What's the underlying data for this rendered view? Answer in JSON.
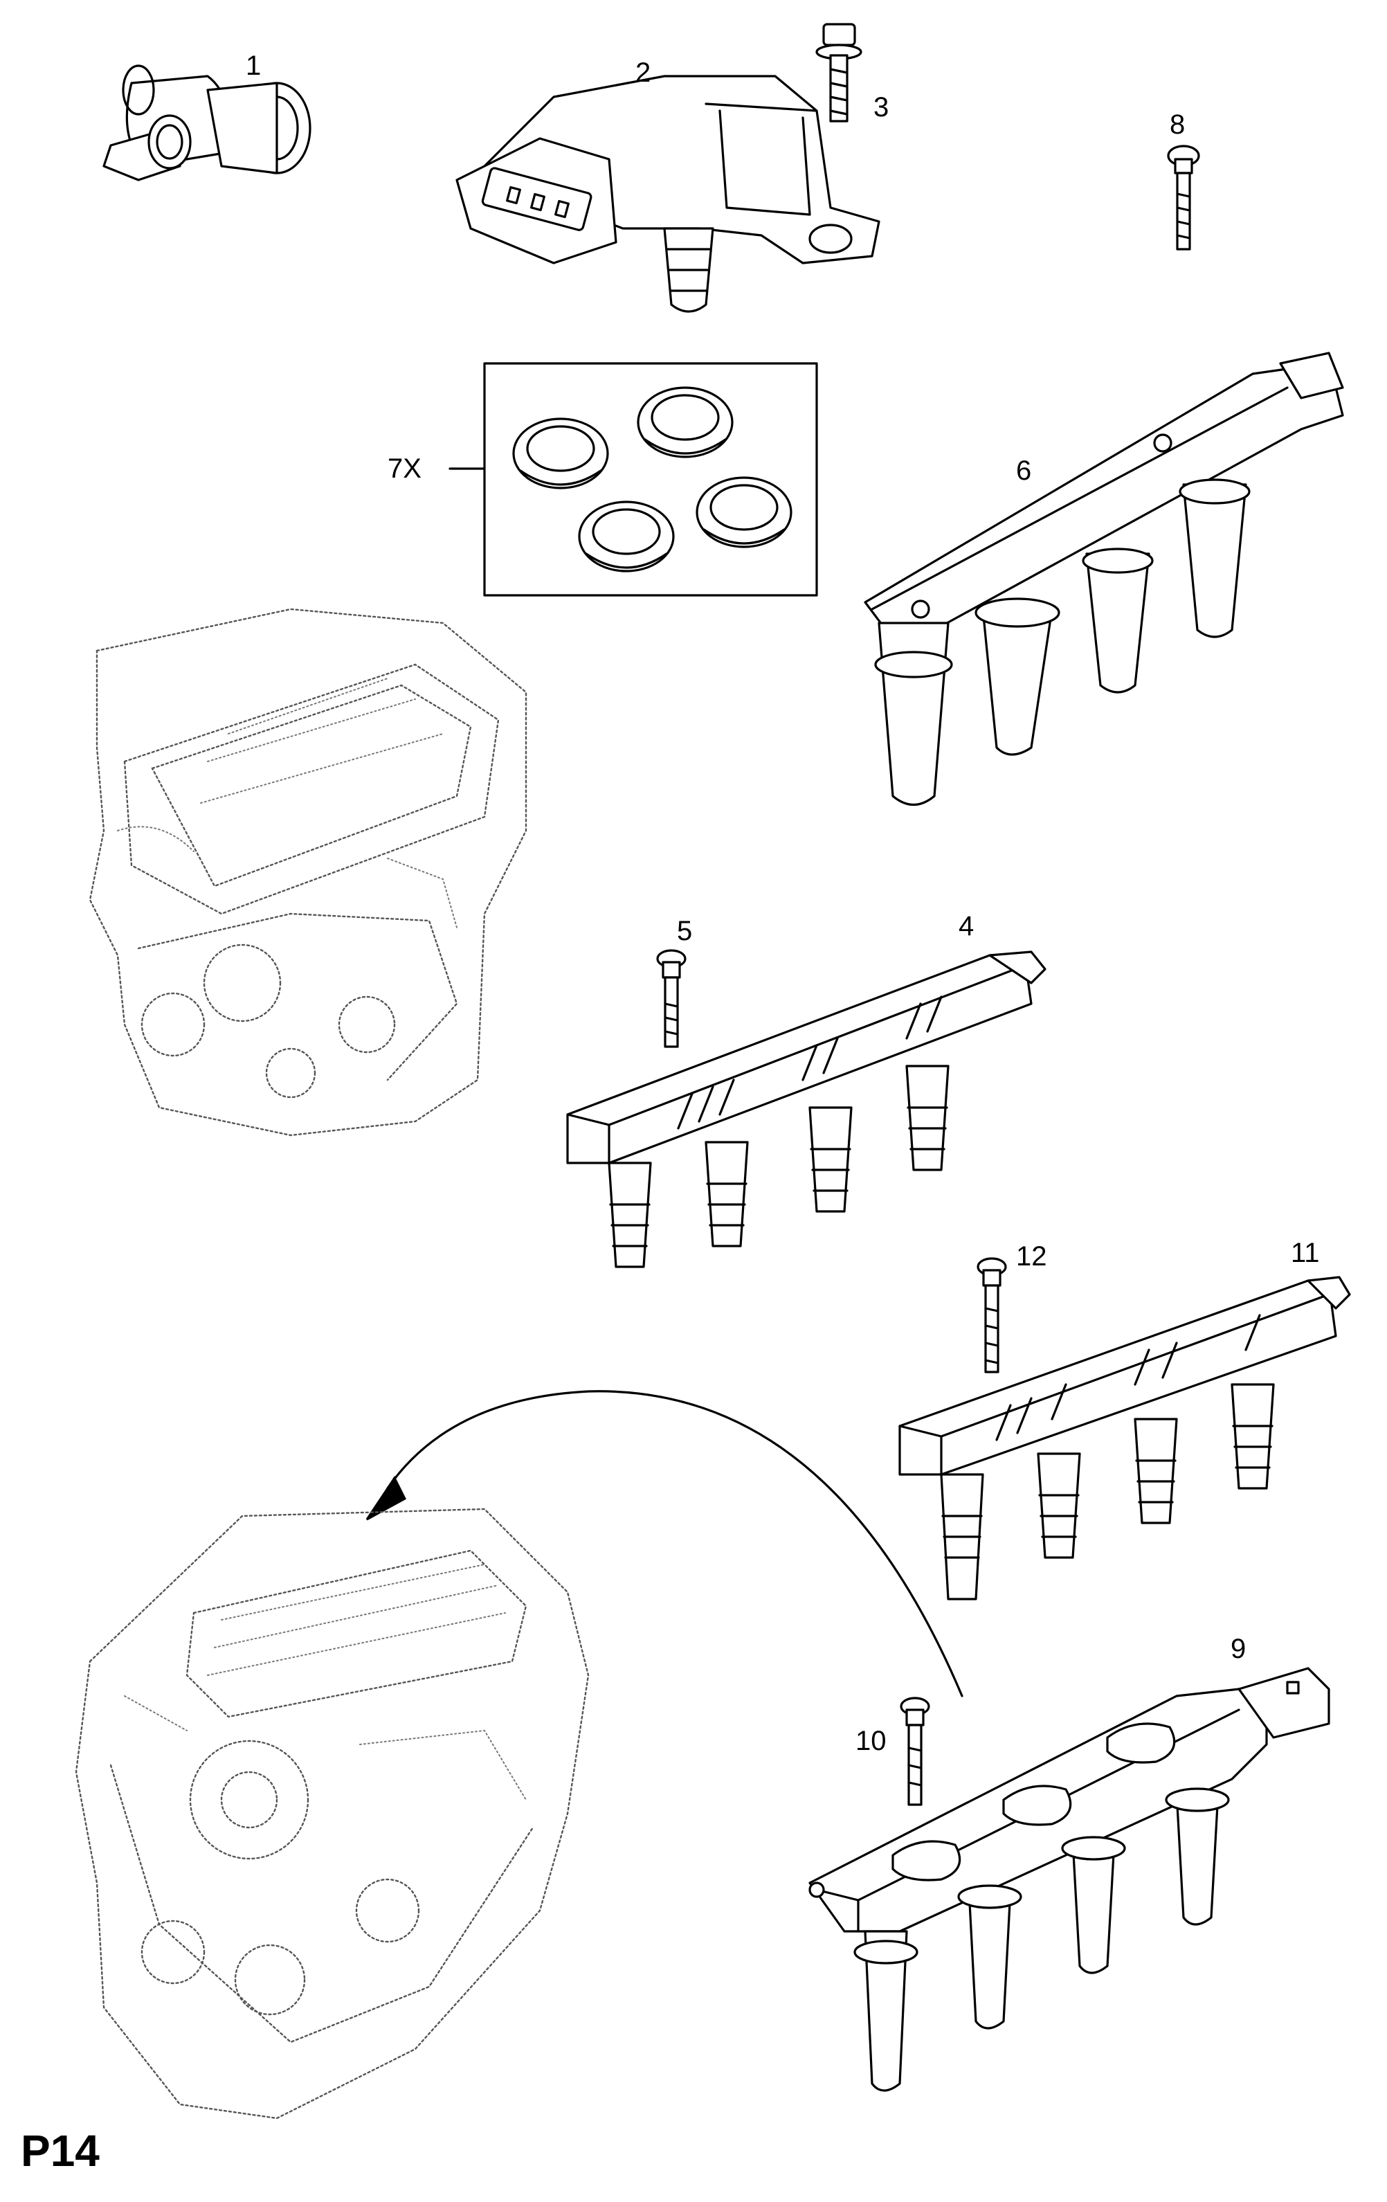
{
  "diagram": {
    "page_code": "P14",
    "labels": {
      "p1": "1",
      "p2": "2",
      "p3": "3",
      "p4": "4",
      "p5": "5",
      "p6": "6",
      "p7": "7X",
      "p8": "8",
      "p9": "9",
      "p10": "10",
      "p11": "11",
      "p12": "12"
    }
  }
}
